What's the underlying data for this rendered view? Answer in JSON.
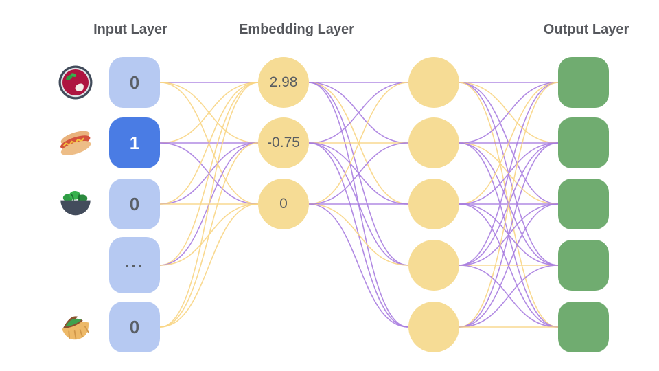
{
  "titles": {
    "input": "Input Layer",
    "embedding": "Embedding Layer",
    "output": "Output Layer"
  },
  "colors": {
    "input_node": "#b6c9f2",
    "input_node_active": "#4a7ce4",
    "embed_node": "#f6dc95",
    "hidden_node": "#f6dc95",
    "output_node": "#70ac70",
    "edge_purple": "#a87de0",
    "edge_yellow": "#f8d584",
    "title_text": "#55575c",
    "node_text": "#5a5f66"
  },
  "input_layer": {
    "nodes": [
      {
        "icon": "soup-icon",
        "value": "0",
        "active": false
      },
      {
        "icon": "hotdog-icon",
        "value": "1",
        "active": true
      },
      {
        "icon": "salad-icon",
        "value": "0",
        "active": false
      },
      {
        "icon": null,
        "value": "...",
        "active": false
      },
      {
        "icon": "pita-icon",
        "value": "0",
        "active": false
      }
    ]
  },
  "embedding_layer": {
    "values": [
      "2.98",
      "-0.75",
      "0"
    ]
  },
  "hidden_layer": {
    "count": 5
  },
  "output_layer": {
    "count": 5
  },
  "edges": {
    "input_to_embedding": [
      [
        "p",
        "y",
        "y"
      ],
      [
        "y",
        "p",
        "p"
      ],
      [
        "y",
        "p",
        "y"
      ],
      [
        "y",
        "p",
        "y"
      ],
      [
        "y",
        "y",
        "y"
      ]
    ],
    "embedding_to_hidden": [
      [
        "p",
        "p",
        "y",
        "p",
        "p"
      ],
      [
        "p",
        "y",
        "p",
        "p",
        "p"
      ],
      [
        "y",
        "p",
        "p",
        "y",
        "p"
      ]
    ],
    "hidden_to_output": [
      [
        "p",
        "y",
        "p",
        "p",
        "y"
      ],
      [
        "p",
        "p",
        "y",
        "p",
        "p"
      ],
      [
        "y",
        "p",
        "p",
        "p",
        "p"
      ],
      [
        "p",
        "p",
        "p",
        "y",
        "p"
      ],
      [
        "y",
        "p",
        "p",
        "p",
        "y"
      ]
    ]
  }
}
